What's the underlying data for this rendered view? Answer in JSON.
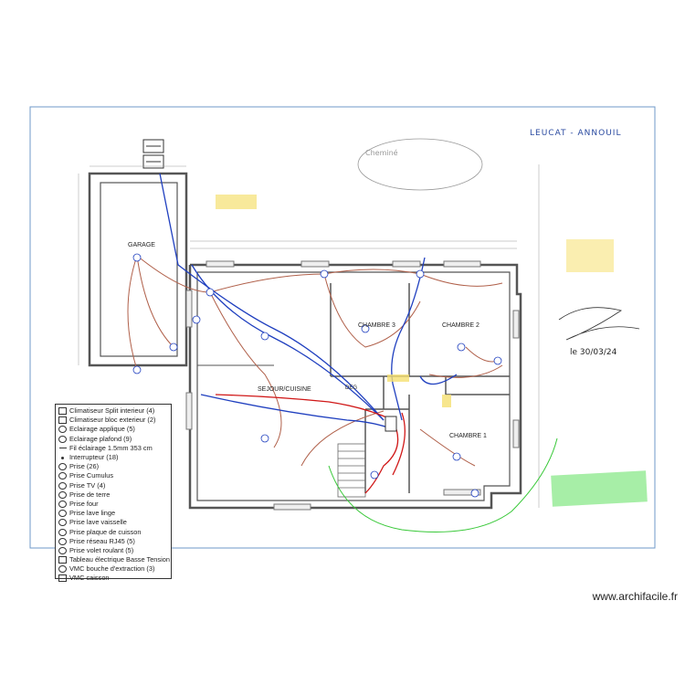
{
  "plan": {
    "project_title": "LEUCAT - ANNOUIL",
    "rooms": {
      "garage": "GARAGE",
      "sejour": "SEJOUR/CUISINE",
      "chambre3": "CHAMBRE 3",
      "chambre2": "CHAMBRE 2",
      "chambre1": "CHAMBRE 1",
      "deg": "DEG"
    },
    "handwritten_date": "le 30/03/24",
    "vmc_note": "Cheminé",
    "colors": {
      "wall": "#555555",
      "cable_blue": "#1f3fbf",
      "cable_red": "#d01818",
      "cable_brown": "#b0604a",
      "cable_green": "#38c838",
      "highlight_yellow": "#f5e070",
      "highlight_green": "#5ee05e",
      "frame": "#6f98c8"
    }
  },
  "legend": {
    "items": [
      {
        "icon": "climatiseur-split-icon",
        "label": "Climatiseur Split interieur (4)"
      },
      {
        "icon": "climatiseur-bloc-icon",
        "label": "Climatiseur bloc exterieur (2)"
      },
      {
        "icon": "eclairage-applique-icon",
        "label": "Eclairage applique (5)"
      },
      {
        "icon": "eclairage-plafond-icon",
        "label": "Eclairage plafond (9)"
      },
      {
        "icon": "fil-eclairage-icon",
        "label": "Fil éclairage 1.5mm 353 cm"
      },
      {
        "icon": "interrupteur-icon",
        "label": "Interrupteur (18)"
      },
      {
        "icon": "prise-icon",
        "label": "Prise (26)"
      },
      {
        "icon": "prise-cumulus-icon",
        "label": "Prise Cumulus"
      },
      {
        "icon": "prise-tv-icon",
        "label": "Prise TV (4)"
      },
      {
        "icon": "prise-terre-icon",
        "label": "Prise de terre"
      },
      {
        "icon": "prise-four-icon",
        "label": "Prise four"
      },
      {
        "icon": "prise-lave-linge-icon",
        "label": "Prise lave linge"
      },
      {
        "icon": "prise-lave-vaisselle-icon",
        "label": "Prise lave vaisselle"
      },
      {
        "icon": "prise-plaque-icon",
        "label": "Prise plaque de cuisson"
      },
      {
        "icon": "prise-reseau-icon",
        "label": "Prise réseau RJ45 (5)"
      },
      {
        "icon": "prise-volet-icon",
        "label": "Prise volet roulant (5)"
      },
      {
        "icon": "tableau-electrique-icon",
        "label": "Tableau électrique Basse Tension"
      },
      {
        "icon": "vmc-bouche-icon",
        "label": "VMC bouche d'extraction (3)"
      },
      {
        "icon": "vmc-caisson-icon",
        "label": "VMC caisson"
      }
    ]
  },
  "watermark": "www.archifacile.fr"
}
